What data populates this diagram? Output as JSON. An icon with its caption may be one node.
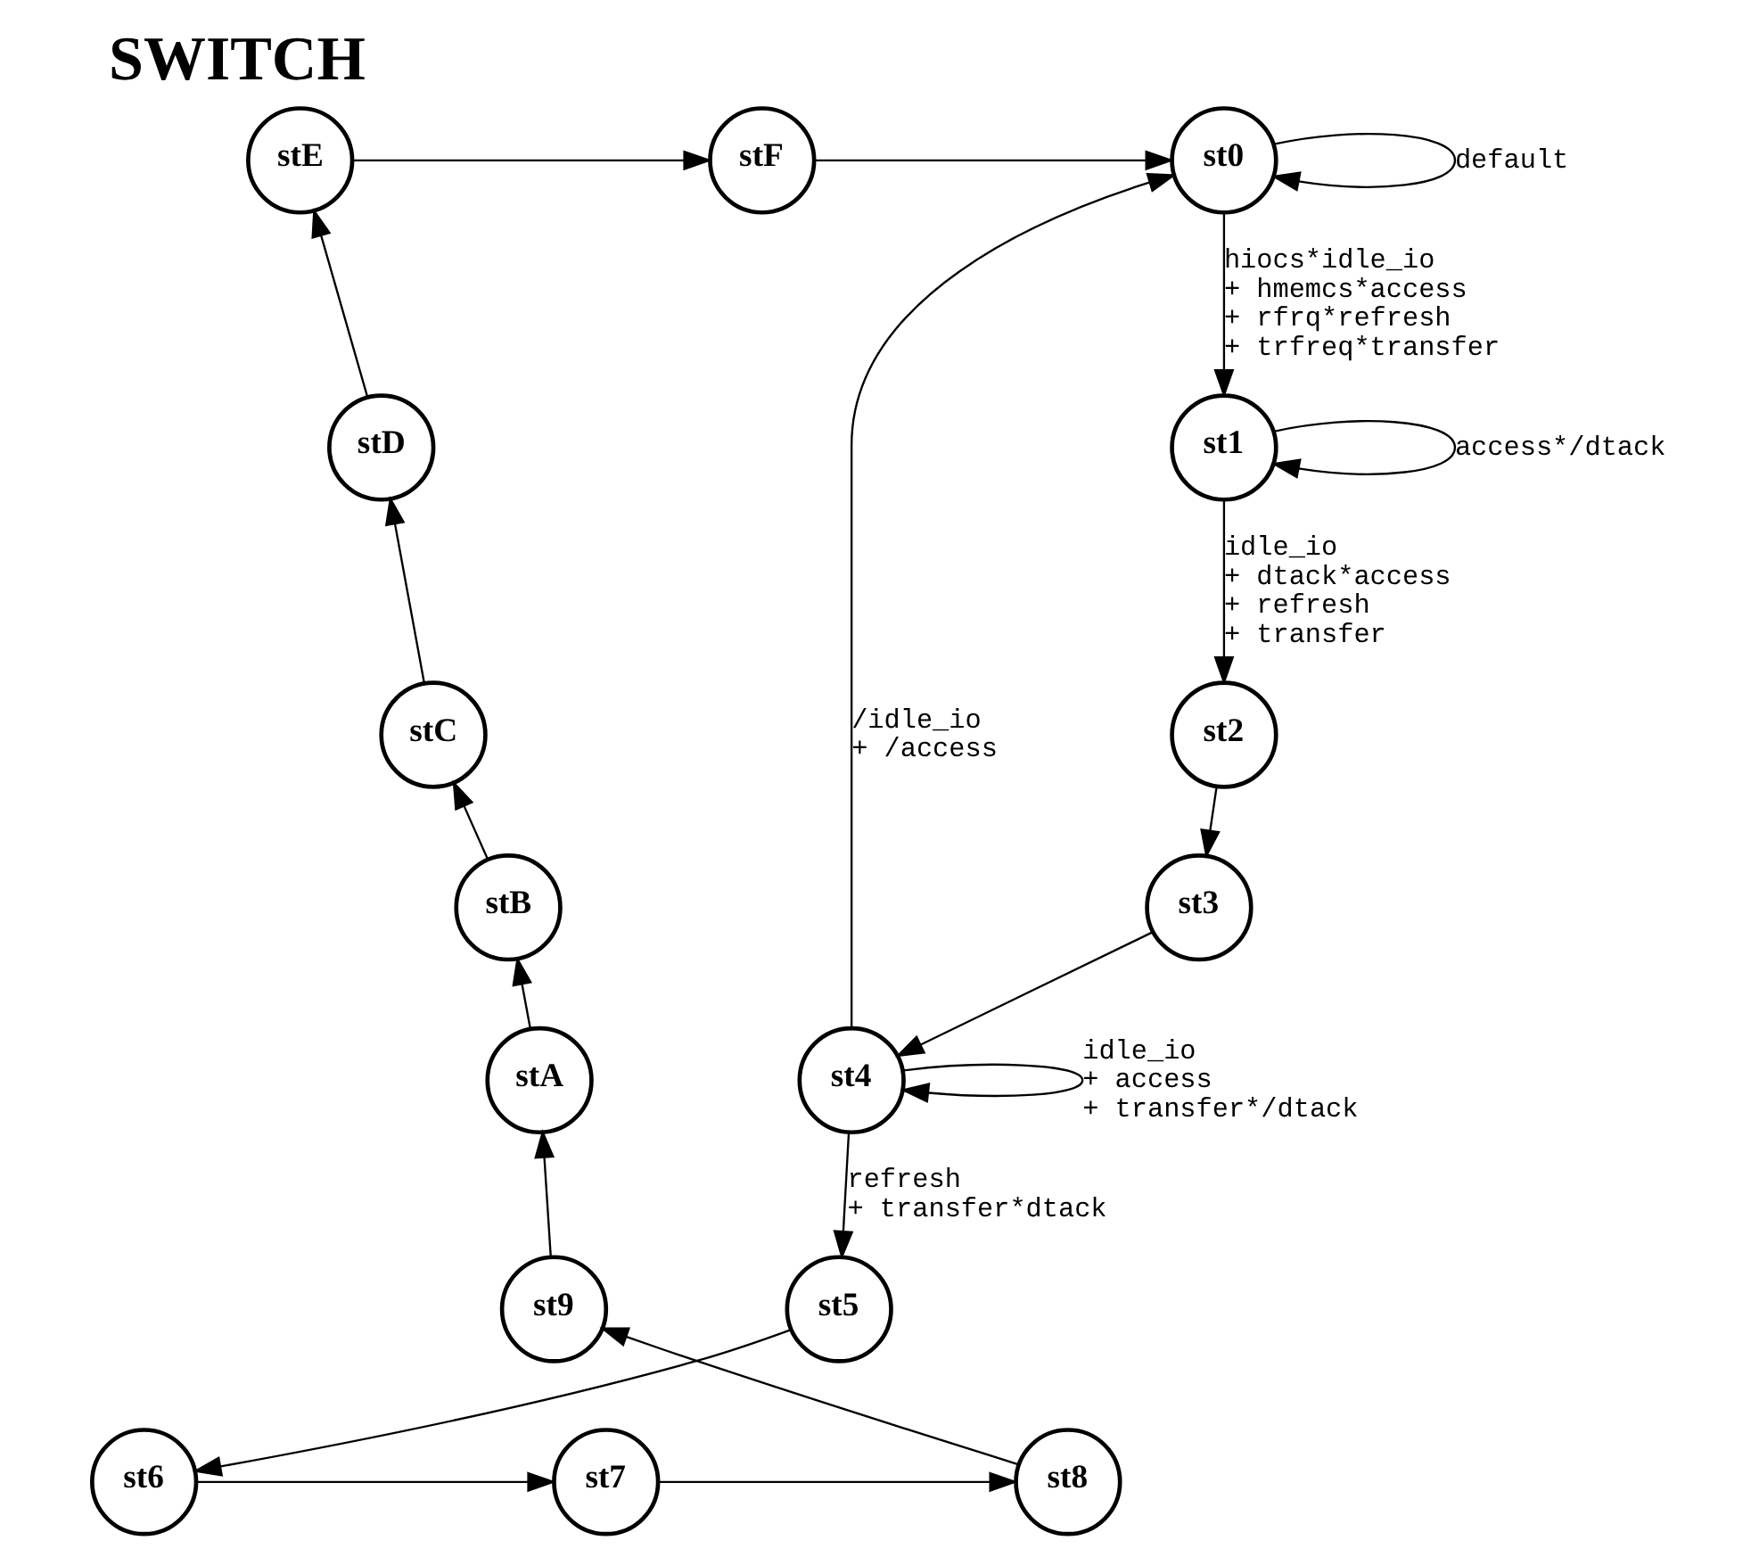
{
  "diagram": {
    "title": "SWITCH",
    "nodes": [
      {
        "text": [
          "st0"
        ]
      },
      {
        "text": [
          "st1"
        ]
      },
      {
        "text": [
          "st2"
        ]
      },
      {
        "text": [
          "st3"
        ]
      },
      {
        "text": [
          "st4"
        ]
      },
      {
        "text": [
          "st5"
        ]
      },
      {
        "text": [
          "st6"
        ]
      },
      {
        "text": [
          "st7"
        ]
      },
      {
        "text": [
          "st8"
        ]
      },
      {
        "text": [
          "st9"
        ]
      },
      {
        "text": [
          "stA"
        ]
      },
      {
        "text": [
          "stB"
        ]
      },
      {
        "text": [
          "stC"
        ]
      },
      {
        "text": [
          "stD"
        ]
      },
      {
        "text": [
          "stE"
        ]
      },
      {
        "text": [
          "stF"
        ]
      }
    ],
    "edges": [
      {
        "from": 4,
        "to": 0,
        "arrow": "to",
        "label": "/idle_io + /access"
      },
      {
        "from": 0,
        "to": 0,
        "arrow": "to",
        "label": "default"
      },
      {
        "from": 15,
        "to": 0,
        "arrow": "to"
      },
      {
        "from": 14,
        "to": 15,
        "arrow": "to"
      },
      {
        "from": 0,
        "to": 1,
        "arrow": "to",
        "label": "hiocs*idle_io + hmemcs*access + rfrq*refresh + trfreq*transfer"
      },
      {
        "from": 1,
        "to": 1,
        "arrow": "to",
        "label": "access*/dtack"
      },
      {
        "from": 13,
        "to": 14,
        "arrow": "to"
      },
      {
        "from": 1,
        "to": 2,
        "arrow": "to",
        "label": "idle_io + dtack*access + refresh + transfer"
      },
      {
        "from": 12,
        "to": 13,
        "arrow": "to"
      },
      {
        "from": 2,
        "to": 3,
        "arrow": "to"
      },
      {
        "from": 11,
        "to": 12,
        "arrow": "to"
      },
      {
        "from": 3,
        "to": 4,
        "arrow": "to"
      },
      {
        "from": 4,
        "to": 4,
        "arrow": "to",
        "label": "idle_io + access + transfer*/dtack"
      },
      {
        "from": 10,
        "to": 11,
        "arrow": "to"
      },
      {
        "from": 4,
        "to": 5,
        "arrow": "to",
        "label": "refresh + transfer*dtack"
      },
      {
        "from": 9,
        "to": 10,
        "arrow": "to"
      },
      {
        "from": 5,
        "to": 6,
        "arrow": "to"
      },
      {
        "from": 8,
        "to": 9,
        "arrow": "to"
      },
      {
        "from": 6,
        "to": 7,
        "arrow": "to"
      },
      {
        "from": 7,
        "to": 8,
        "arrow": "to"
      }
    ]
  }
}
